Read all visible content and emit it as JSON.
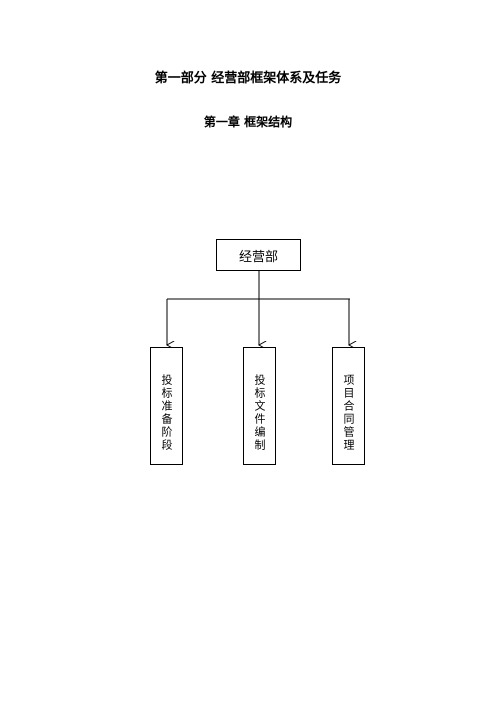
{
  "document": {
    "part_title": "第一部分  经营部框架体系及任务",
    "chapter_title": "第一章  框架结构"
  },
  "org_chart": {
    "root": "经营部",
    "children": [
      "投标准备阶段",
      "投标文件编制",
      "项目合同管理"
    ]
  }
}
